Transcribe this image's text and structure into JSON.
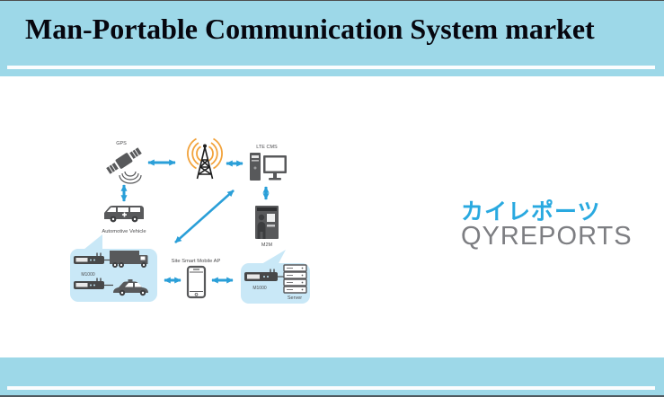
{
  "header": {
    "title": "Man-Portable Communication System market"
  },
  "diagram": {
    "labels": {
      "gps": "GPS",
      "lte_cms": "LTE CMS",
      "automotive_vehicle": "Automotive Vehicle",
      "m2m": "M2M",
      "mobile_ap": "Site Smart Mobile AP",
      "fleet_m1000": "M1000",
      "server_m1000": "M1000",
      "server": "Server"
    },
    "colors": {
      "arrow_blue": "#2a9fd8",
      "device_gray": "#58595b",
      "callout_box_blue": "#c9e8f7",
      "signal_orange": "#f2a33c"
    }
  },
  "logo": {
    "jp": "カイレポーツ",
    "en": "QYREPORTS",
    "jp_color": "#29a9e0",
    "en_color": "#7d7e82"
  },
  "page": {
    "background_color": "#9dd8e8"
  }
}
